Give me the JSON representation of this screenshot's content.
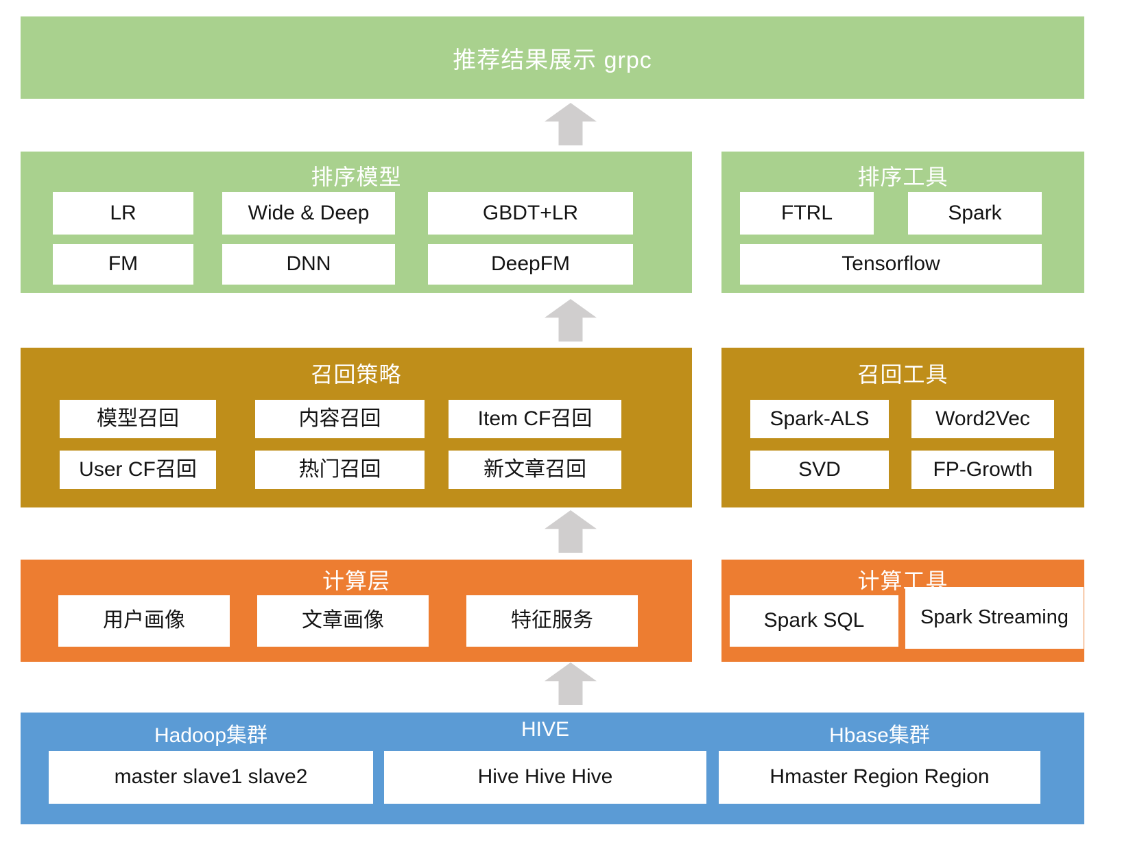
{
  "title": {
    "label": "推荐结果展示 grpc"
  },
  "colors": {
    "green": "#a9d18e",
    "gold": "#bf8e1a",
    "orange": "#ed7d31",
    "blue": "#5b9bd5",
    "arrow_gray": "#d0cece",
    "chip_bg": "#ffffff",
    "chip_text": "#141414",
    "header_text": "#ffffff"
  },
  "layers": {
    "ranking_models": {
      "title": "排序模型",
      "items": [
        "LR",
        "Wide & Deep",
        "GBDT+LR",
        "FM",
        "DNN",
        "DeepFM"
      ]
    },
    "ranking_tools": {
      "title": "排序工具",
      "items": [
        "FTRL",
        "Spark",
        "Tensorflow"
      ]
    },
    "recall_strategies": {
      "title": "召回策略",
      "items": [
        "模型召回",
        "内容召回",
        "Item CF召回",
        "User CF召回",
        "热门召回",
        "新文章召回"
      ]
    },
    "recall_tools": {
      "title": "召回工具",
      "items": [
        "Spark-ALS",
        "Word2Vec",
        "SVD",
        "FP-Growth"
      ]
    },
    "compute_layer": {
      "title": "计算层",
      "items": [
        "用户画像",
        "文章画像",
        "特征服务"
      ]
    },
    "compute_tools": {
      "title": "计算工具",
      "items": [
        "Spark SQL",
        "Spark Streaming"
      ]
    },
    "storage": {
      "sections": [
        {
          "title": "Hadoop集群",
          "item": "master slave1 slave2"
        },
        {
          "title": "HIVE",
          "item": "Hive Hive Hive"
        },
        {
          "title": "Hbase集群",
          "item": "Hmaster Region Region"
        }
      ]
    }
  }
}
